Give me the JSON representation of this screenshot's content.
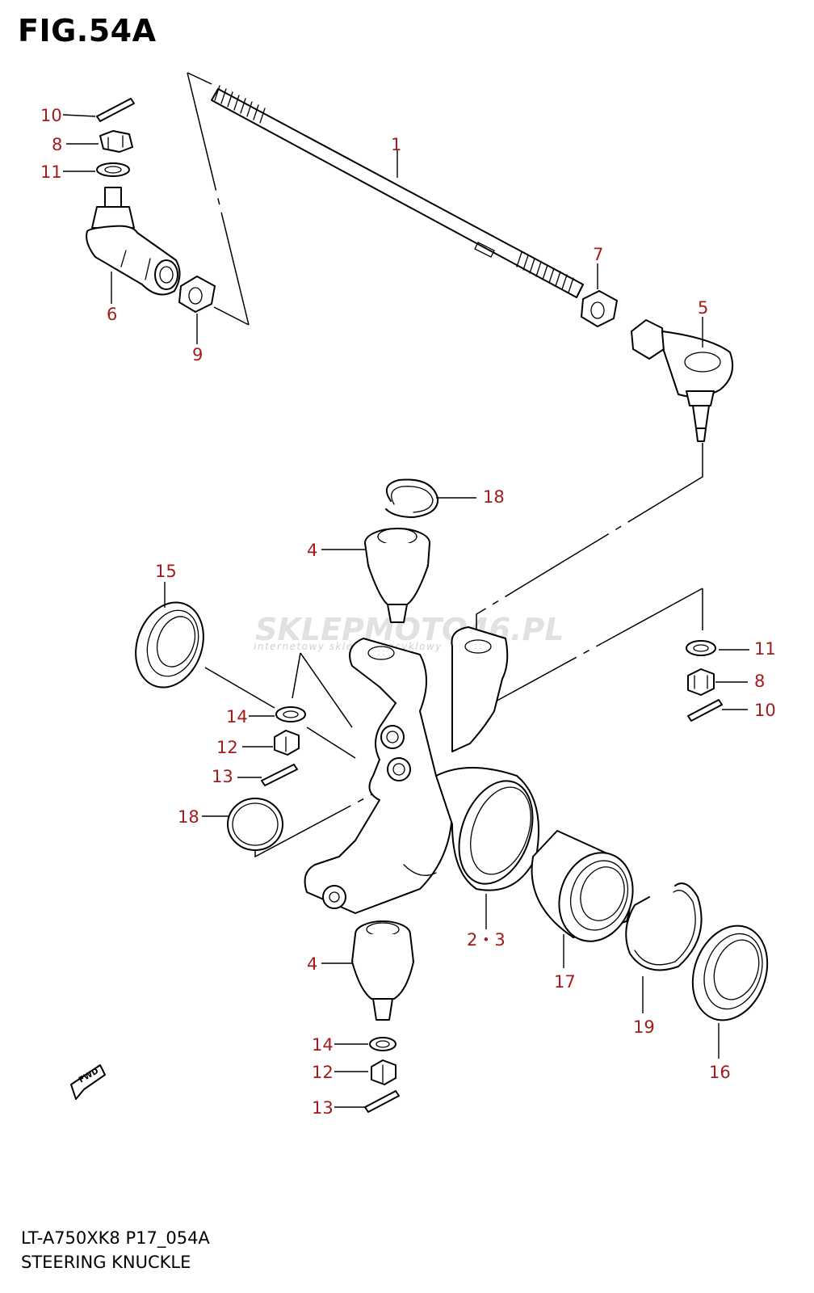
{
  "figure": {
    "title": "FIG.54A",
    "model_code": "LT-A750XK8 P17_054A",
    "assembly_name": "STEERING KNUCKLE"
  },
  "watermark": {
    "main": "SKLEPMOTO46.PL",
    "sub": "internetowy sklep motocyklowy"
  },
  "fwd_badge": "FWD",
  "labels": {
    "p1": "1",
    "p23": "2・3",
    "p4_top": "4",
    "p4_bottom": "4",
    "p5": "5",
    "p6": "6",
    "p7": "7",
    "p8_left": "8",
    "p8_right": "8",
    "p9": "9",
    "p10_left": "10",
    "p10_right": "10",
    "p11_left": "11",
    "p11_right": "11",
    "p12_mid": "12",
    "p12_bottom": "12",
    "p13_mid": "13",
    "p13_bottom": "13",
    "p14_mid": "14",
    "p14_bottom": "14",
    "p15": "15",
    "p16": "16",
    "p17": "17",
    "p18_top": "18",
    "p18_left": "18",
    "p19": "19"
  },
  "colors": {
    "label_red": "#a31b1b",
    "line": "#000000",
    "watermark": "#d8d8d8"
  }
}
